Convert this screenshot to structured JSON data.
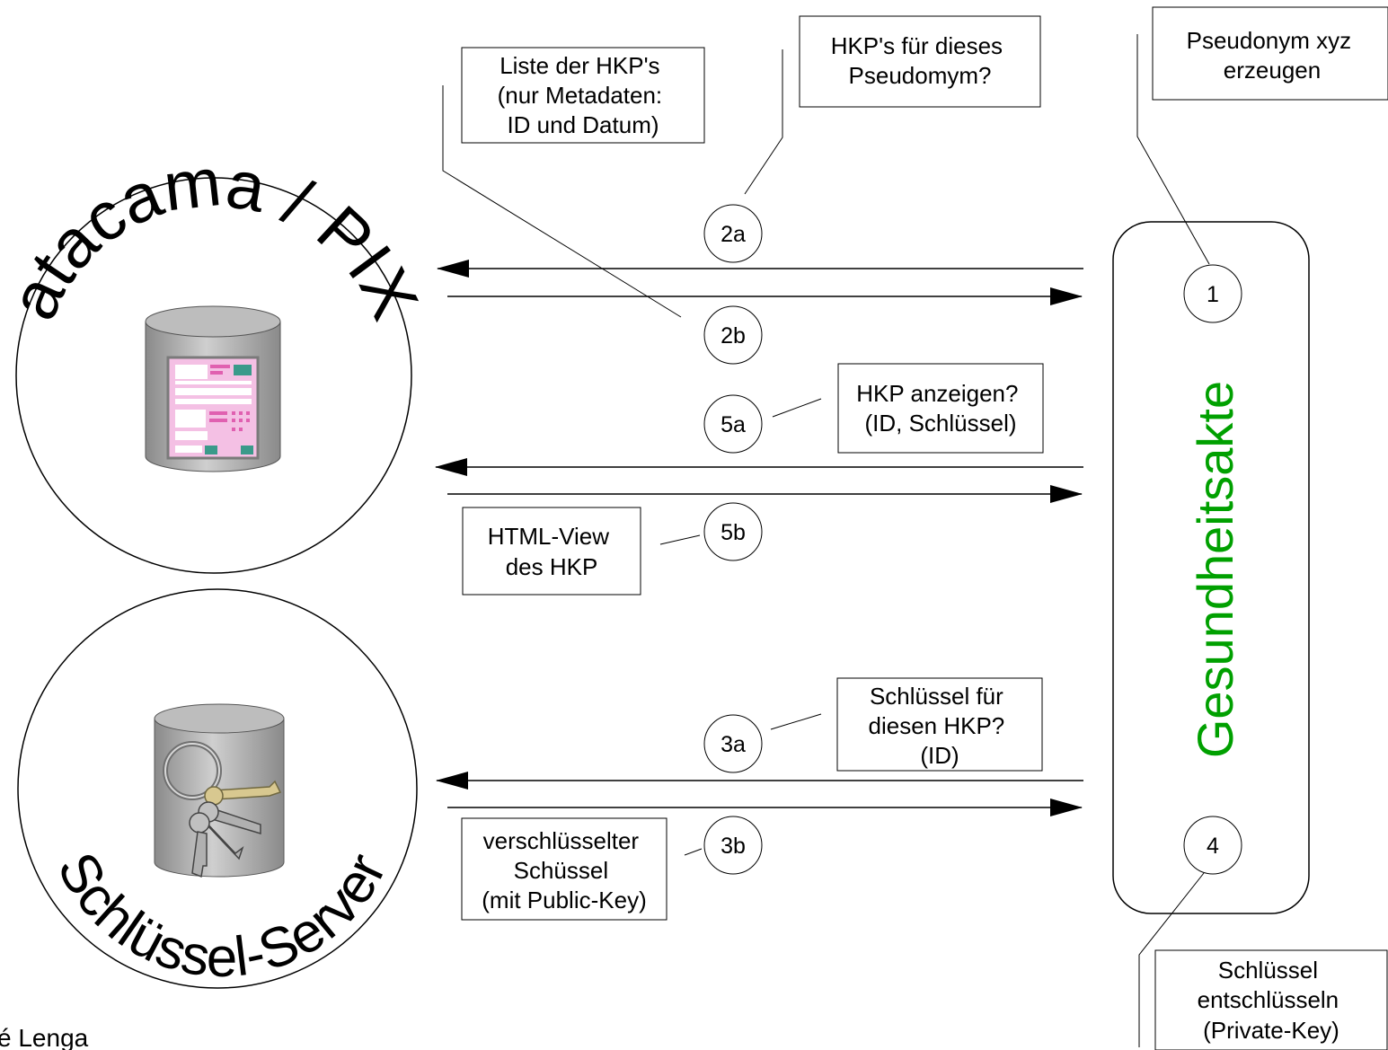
{
  "nodes": {
    "pix_server": {
      "label": "atacama / PIX"
    },
    "key_server": {
      "label": "Schlüssel-Server"
    },
    "health_record": {
      "label": "Gesundheitsakte",
      "color": "#00a000"
    }
  },
  "steps": {
    "s1": "1",
    "s2a": "2a",
    "s2b": "2b",
    "s3a": "3a",
    "s3b": "3b",
    "s4": "4",
    "s5a": "5a",
    "s5b": "5b"
  },
  "notes": {
    "pseudonym": [
      "Pseudonym xyz",
      "erzeugen"
    ],
    "hkp_for_pseudonym": [
      "HKP's für dieses",
      "Pseudomym?"
    ],
    "hkp_list": [
      "Liste der HKP's",
      "(nur Metadaten:",
      "ID und Datum)"
    ],
    "show_hkp": [
      "HKP anzeigen?",
      "(ID, Schlüssel)"
    ],
    "html_view": [
      "HTML-View",
      "des HKP"
    ],
    "key_for_hkp": [
      "Schlüssel für",
      "diesen HKP?",
      "(ID)"
    ],
    "encrypted_key": [
      "verschlüsselter",
      "Schüssel",
      "(mit Public-Key)"
    ],
    "decrypt_key": [
      "Schlüssel",
      "entschlüsseln",
      "(Private-Key)"
    ]
  },
  "footer": {
    "author": "é Lenga"
  },
  "colors": {
    "stroke": "#000000",
    "health_record_text": "#00a000",
    "form_pink": "#f4c0e4",
    "form_magenta": "#e060b0",
    "form_teal": "#3a9a8a",
    "key_gold": "#d8c890"
  }
}
